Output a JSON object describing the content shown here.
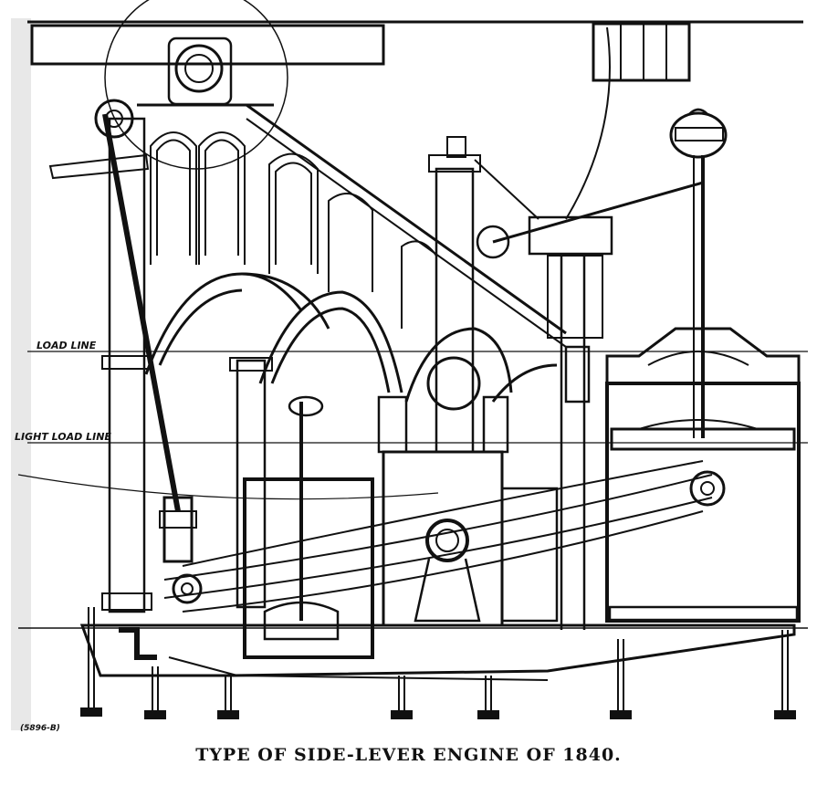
{
  "figure": {
    "caption": "TYPE OF SIDE-LEVER ENGINE OF 1840.",
    "labels": {
      "load_line": "LOAD LINE",
      "light_load_line": "LIGHT LOAD LINE",
      "plate_number": "(5896-B)"
    }
  },
  "colors": {
    "ink": "#111111",
    "paper": "#ffffff"
  }
}
